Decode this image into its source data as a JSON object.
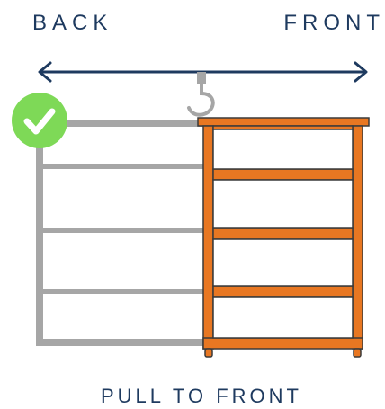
{
  "labels": {
    "back": "BACK",
    "front": "FRONT",
    "instruction": "PULL TO FRONT"
  },
  "colors": {
    "text": "#1e3a5f",
    "arrow": "#1e3a5f",
    "shelf_back": "#a6a6a6",
    "shelf_front": "#e87722",
    "shelf_front_outline": "#3a3a3a",
    "check": "#7ed957",
    "hook": "#a6a6a6"
  },
  "icons": {
    "check": "check-circle-icon",
    "hook": "hook-icon",
    "arrow": "double-arrow-icon"
  }
}
